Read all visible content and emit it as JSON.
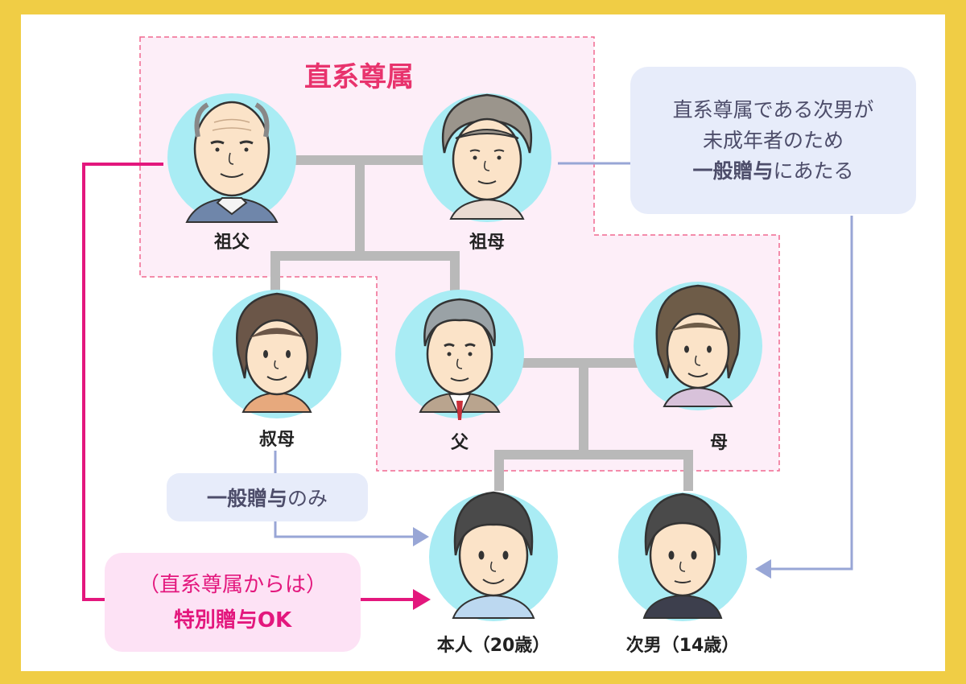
{
  "region_label": "直系尊属",
  "persons": {
    "grandfather": "祖父",
    "grandmother": "祖母",
    "aunt": "叔母",
    "father": "父",
    "mother": "母",
    "self": "本人（20歳）",
    "brother": "次男（14歳）"
  },
  "note_right": {
    "line1": "直系尊属である次男が",
    "line2": "未成年者のため",
    "line3_bold": "一般贈与",
    "line3_rest": "にあたる"
  },
  "note_aunt": {
    "bold": "一般贈与",
    "rest": "のみ"
  },
  "note_left": {
    "line1": "（直系尊属からは）",
    "line2": "特別贈与OK"
  },
  "colors": {
    "frame": "#f0cd45",
    "region_fill": "#fdeef8",
    "region_border": "#f0698f",
    "region_label": "#e8336d",
    "circle": "#a9ecf4",
    "tree_line": "#b9b9b9",
    "arrow_blue": "#98a6d6",
    "arrow_pink": "#e3177d",
    "note_blue_bg": "#e7ecfa",
    "note_pink_bg": "#fde2f5",
    "note_text": "#4d4d6a"
  },
  "icons": [
    "grandfather-avatar-icon",
    "grandmother-avatar-icon",
    "aunt-avatar-icon",
    "father-avatar-icon",
    "mother-avatar-icon",
    "self-avatar-icon",
    "brother-avatar-icon"
  ]
}
